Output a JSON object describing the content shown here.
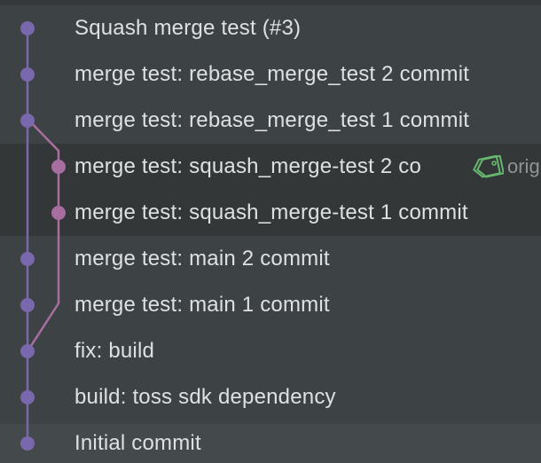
{
  "colors": {
    "background": "#3d4244",
    "highlight_band": "#333738",
    "main_branch": "#7a68ad",
    "feature_branch": "#a86ea0",
    "text": "#dde1e3",
    "tag_icon": "#66b86e"
  },
  "commits": [
    {
      "message": "Squash merge test (#3)",
      "branch": "main"
    },
    {
      "message": "merge test: rebase_merge_test 2 commit",
      "branch": "main"
    },
    {
      "message": "merge test: rebase_merge_test 1 commit",
      "branch": "main"
    },
    {
      "message": "merge test: squash_merge-test 2 co",
      "branch": "feature",
      "tag": {
        "icon": "tag-icon",
        "label": "orig"
      }
    },
    {
      "message": "merge test: squash_merge-test 1 commit",
      "branch": "feature"
    },
    {
      "message": "merge test: main 2 commit",
      "branch": "main"
    },
    {
      "message": "merge test: main 1 commit",
      "branch": "main"
    },
    {
      "message": "fix: build",
      "branch": "main"
    },
    {
      "message": "build: toss sdk dependency",
      "branch": "main"
    },
    {
      "message": "Initial commit",
      "branch": "main"
    }
  ]
}
